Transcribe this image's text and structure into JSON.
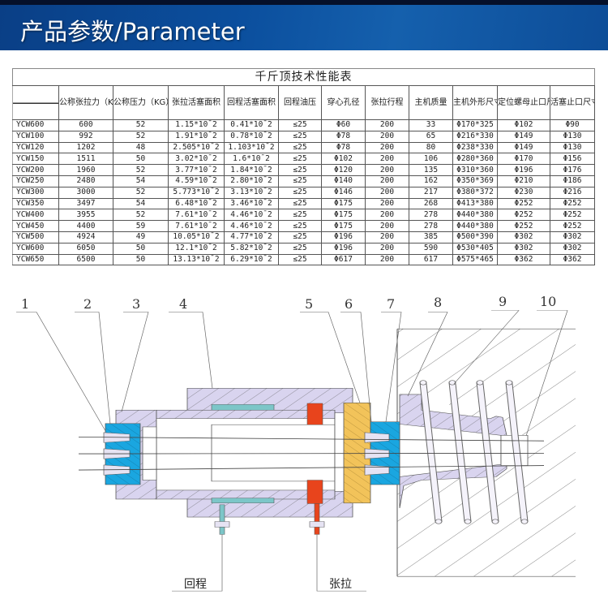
{
  "header": {
    "title": "产品参数/Parameter"
  },
  "table": {
    "title": "千斤顶技术性能表",
    "columns": [
      "",
      "公称张拉力（KN）",
      "公称压力（KG）",
      "张拉活塞面积",
      "回程活塞面积",
      "回程油压",
      "穿心孔径",
      "张拉行程",
      "主机质量",
      "主机外形尺寸",
      "定位螺母止口尺寸",
      "活塞止口尺寸"
    ],
    "rows": [
      [
        "YCW600",
        "600",
        "52",
        "1.15*10¯2",
        "0.41*10¯2",
        "≤25",
        "Φ60",
        "200",
        "33",
        "Φ170*325",
        "Φ102",
        "Φ90"
      ],
      [
        "YCW100",
        "992",
        "52",
        "1.91*10¯2",
        "0.78*10¯2",
        "≤25",
        "Φ78",
        "200",
        "65",
        "Φ216*330",
        "Φ149",
        "Φ130"
      ],
      [
        "YCW120",
        "1202",
        "48",
        "2.505*10¯2",
        "1.103*10¯2",
        "≤25",
        "Φ78",
        "200",
        "80",
        "Φ238*330",
        "Φ149",
        "Φ130"
      ],
      [
        "YCW150",
        "1511",
        "50",
        "3.02*10¯2",
        "1.6*10¯2",
        "≤25",
        "Φ102",
        "200",
        "106",
        "Φ280*360",
        "Φ170",
        "Φ156"
      ],
      [
        "YCW200",
        "1960",
        "52",
        "3.77*10¯2",
        "1.84*10¯2",
        "≤25",
        "Φ120",
        "200",
        "135",
        "Φ310*360",
        "Φ196",
        "Φ176"
      ],
      [
        "YCW250",
        "2480",
        "54",
        "4.59*10¯2",
        "2.80*10¯2",
        "≤25",
        "Φ140",
        "200",
        "162",
        "Φ350*369",
        "Φ210",
        "Φ186"
      ],
      [
        "YCW300",
        "3000",
        "52",
        "5.773*10¯2",
        "3.13*10¯2",
        "≤25",
        "Φ146",
        "200",
        "217",
        "Φ380*372",
        "Φ230",
        "Φ216"
      ],
      [
        "YCW350",
        "3497",
        "54",
        "6.48*10¯2",
        "3.46*10¯2",
        "≤25",
        "Φ175",
        "200",
        "268",
        "Φ413*380",
        "Φ252",
        "Φ252"
      ],
      [
        "YCW400",
        "3955",
        "52",
        "7.61*10¯2",
        "4.46*10¯2",
        "≤25",
        "Φ175",
        "200",
        "278",
        "Φ440*380",
        "Φ252",
        "Φ252"
      ],
      [
        "YCW450",
        "4400",
        "59",
        "7.61*10¯2",
        "4.46*10¯2",
        "≤25",
        "Φ175",
        "200",
        "278",
        "Φ440*380",
        "Φ252",
        "Φ252"
      ],
      [
        "YCW500",
        "4924",
        "49",
        "10.05*10¯2",
        "4.77*10¯2",
        "≤25",
        "Φ196",
        "200",
        "385",
        "Φ500*390",
        "Φ302",
        "Φ302"
      ],
      [
        "YCW600",
        "6050",
        "50",
        "12.1*10¯2",
        "5.82*10¯2",
        "≤25",
        "Φ196",
        "200",
        "590",
        "Φ530*405",
        "Φ302",
        "Φ302"
      ],
      [
        "YCW650",
        "6500",
        "50",
        "13.13*10¯2",
        "6.29*10¯2",
        "≤25",
        "Φ617",
        "200",
        "617",
        "Φ575*465",
        "Φ362",
        "Φ362"
      ]
    ]
  },
  "diagram": {
    "part_numbers": [
      "1",
      "2",
      "3",
      "4",
      "5",
      "6",
      "7",
      "8",
      "9",
      "10"
    ],
    "port_labels": {
      "return": "回程",
      "tension": "张拉"
    }
  },
  "colors": {
    "banner": "#0b4f9e",
    "body": "#d9d4ef",
    "anchor": "#1aa6e0",
    "plate": "#f2c35a",
    "seal": "#e8441c",
    "ring": "#7cc6c8"
  }
}
